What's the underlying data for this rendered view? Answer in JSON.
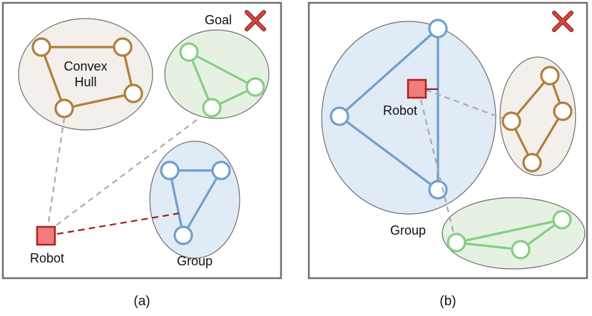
{
  "panel_a": {
    "caption": "(a)",
    "goal_label": "Goal",
    "hull_label_line1": "Convex",
    "hull_label_line2": "Hull",
    "robot_label": "Robot",
    "group_label": "Group"
  },
  "panel_b": {
    "caption": "(b)",
    "robot_label": "Robot",
    "group_label": "Group"
  },
  "icons": {
    "goal": "x-mark-icon",
    "robot": "square-icon",
    "node": "circle-icon"
  },
  "colors": {
    "brown_stroke": "#b07f3d",
    "brown_fill": "#f3efea",
    "green_stroke": "#86cf80",
    "green_fill": "#e6f1e3",
    "blue_stroke": "#6fa0cc",
    "blue_fill": "#e1ebf5",
    "robot_fill": "#f07c7c",
    "robot_stroke": "#b22020",
    "goal_x": "#c4312c",
    "dash_gray": "#aaaaaa",
    "dash_red": "#a31d1d"
  }
}
